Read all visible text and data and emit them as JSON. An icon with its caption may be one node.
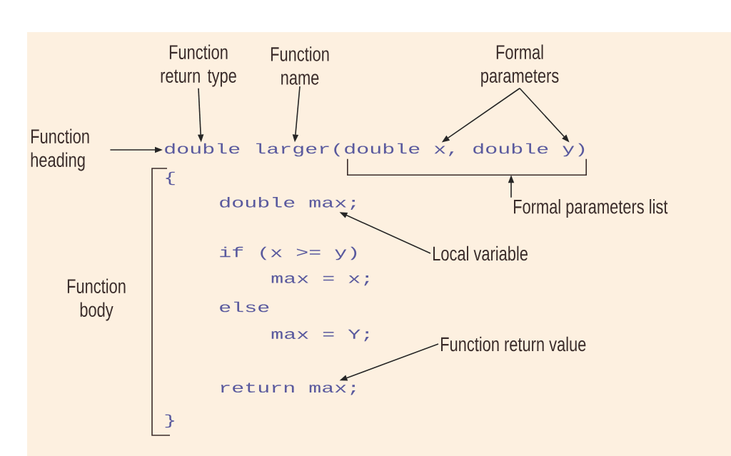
{
  "diagram": {
    "nodes": [
      {
        "text": [
          "Function return type"
        ]
      },
      {
        "text": [
          "Function name"
        ]
      },
      {
        "text": [
          "Formal parameters"
        ]
      },
      {
        "text": [
          "Function heading"
        ]
      },
      {
        "text": [
          "double larger(double x, double y)"
        ]
      },
      {
        "text": [],
        "shape": "bracket"
      },
      {
        "text": [
          "Formal parameters list"
        ]
      },
      {
        "text": [
          "double max;"
        ]
      },
      {
        "text": [
          "Local variable"
        ]
      },
      {
        "text": [
          "return  max;"
        ]
      },
      {
        "text": [
          "Function return value"
        ]
      }
    ],
    "edges": [
      {
        "from": 0,
        "to": 4,
        "arrow": "to"
      },
      {
        "from": 1,
        "to": 4,
        "arrow": "to"
      },
      {
        "from": 2,
        "to": 4,
        "arrow": "to"
      },
      {
        "from": 2,
        "to": 4,
        "arrow": "to"
      },
      {
        "from": 3,
        "to": 4,
        "arrow": "to"
      },
      {
        "from": 6,
        "to": 5,
        "arrow": "to"
      },
      {
        "from": 8,
        "to": 7,
        "arrow": "to"
      },
      {
        "from": 10,
        "to": 9,
        "arrow": "to"
      }
    ],
    "labels": [
      "{",
      "if (x >= y)",
      "max = x;",
      "else",
      "max = Y;",
      "}",
      "Function body"
    ]
  }
}
